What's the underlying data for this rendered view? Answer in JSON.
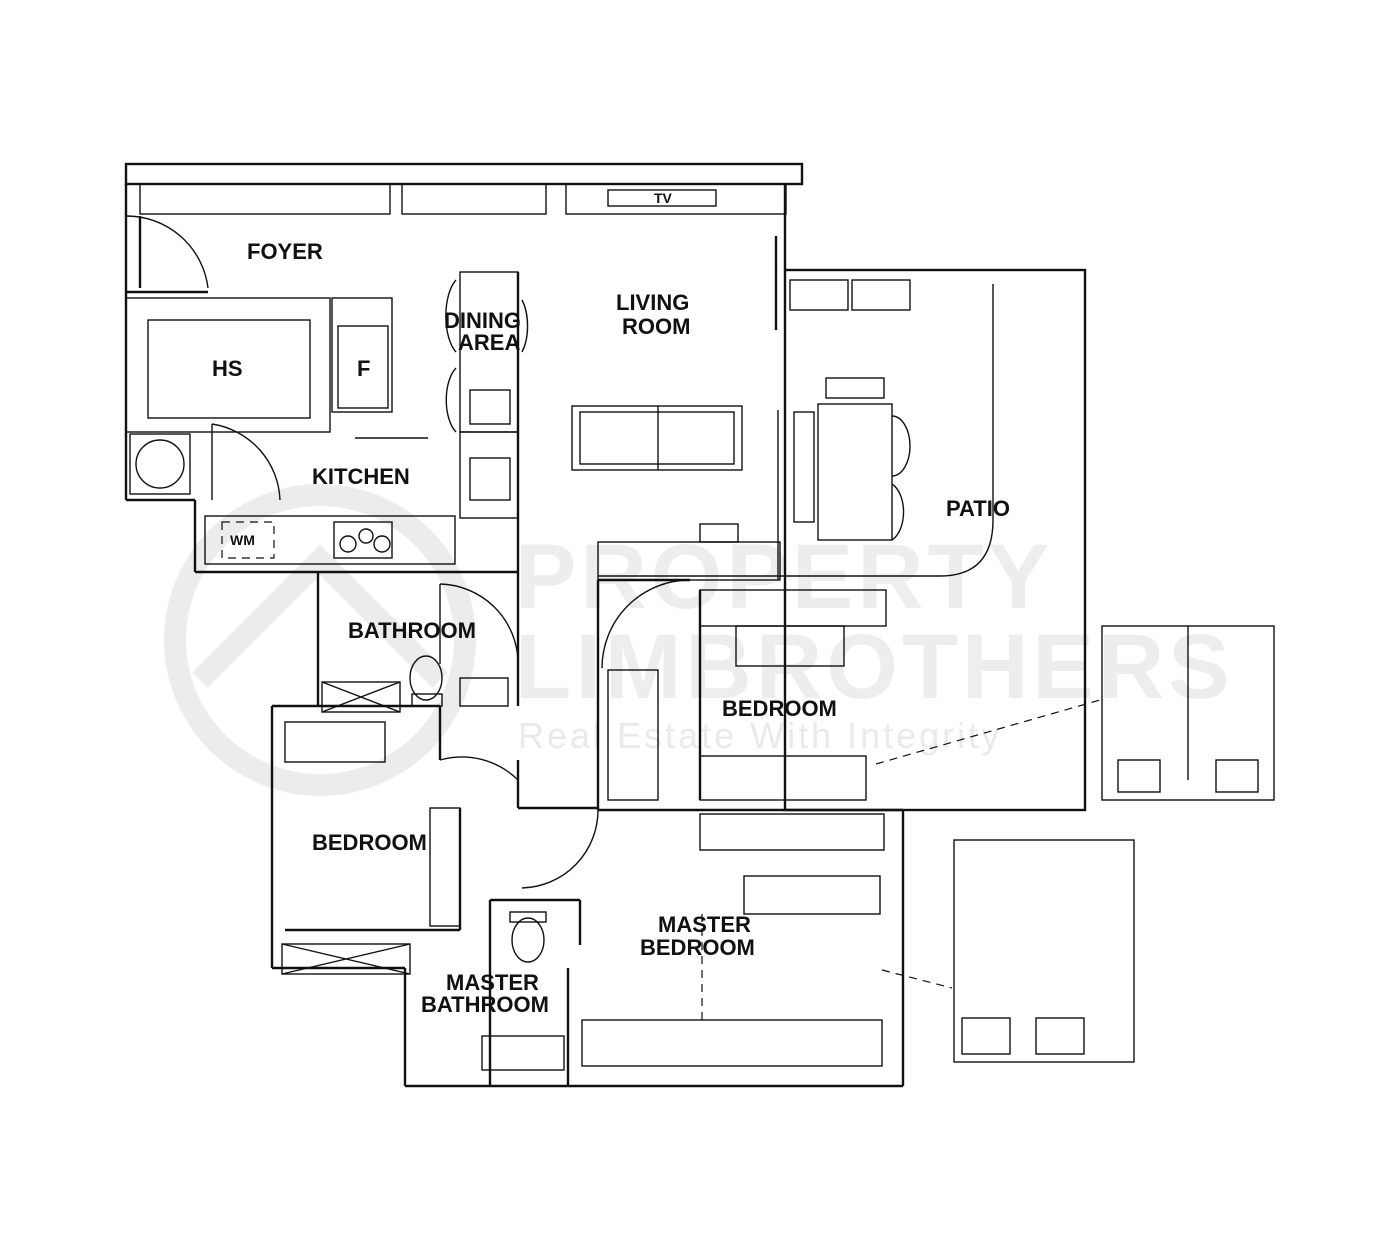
{
  "rooms": {
    "foyer": "FOYER",
    "living": [
      "LIVING",
      "ROOM"
    ],
    "dining": [
      "DINING",
      "AREA"
    ],
    "hs": "HS",
    "fridge": "F",
    "kitchen": "KITCHEN",
    "patio": "PATIO",
    "bathroom": "BATHROOM",
    "bedroom_1": "BEDROOM",
    "bedroom_2": "BEDROOM",
    "master_bedroom": [
      "MASTER",
      "BEDROOM"
    ],
    "master_bathroom": [
      "MASTER",
      "BATHROOM"
    ]
  },
  "fixtures": {
    "tv": "TV",
    "washing_machine": "WM"
  },
  "watermark": {
    "line1": "PROPERTY",
    "line2": "LIMBROTHERS",
    "tagline": "Real Estate With Integrity"
  }
}
